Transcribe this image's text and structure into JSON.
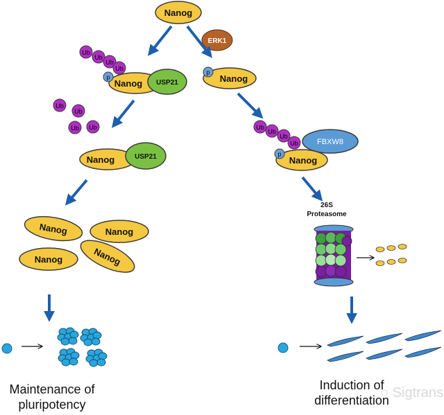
{
  "labels": {
    "nanog": "Nanog",
    "erk1": "ERK1",
    "usp21": "USP21",
    "fbxw8": "FBXW8",
    "ub": "Ub",
    "p": "p",
    "proteasome_line1": "26S",
    "proteasome_line2": "Proteasome"
  },
  "captions": {
    "maintenance_line1": "Maintenance of",
    "maintenance_line2": "pluripotency",
    "induction_line1": "Induction of",
    "induction_line2": "differentiation"
  },
  "watermark": "Sigtrans",
  "colors": {
    "nanog": "#f5c842",
    "usp21": "#7ac143",
    "erk1": "#b5622a",
    "fbxw8": "#5b9bd5",
    "ub": "#b02fc4",
    "phospho": "#6f9fd8",
    "arrow": "#1f5fae",
    "cell": "#29a6de"
  }
}
